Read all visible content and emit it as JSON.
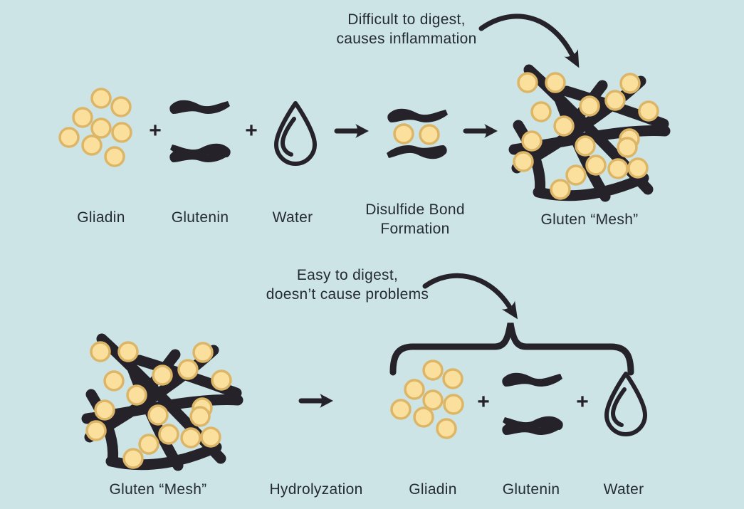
{
  "colors": {
    "background": "#cde4e7",
    "ink": "#25222a",
    "text": "#242b31",
    "dot_fill": "#fbdf9d",
    "dot_stroke": "#dcb666"
  },
  "icons": {
    "gliadin": "cluster-of-yellow-circles",
    "glutenin": "three-black-wavy-strands",
    "water": "water-droplet-outline",
    "disulfide_bond": "two-strands-sandwiching-two-circles",
    "gluten_mesh": "tangled-strands-with-circles",
    "straight_arrow": "right-arrow",
    "curved_arrow": "curved-down-right-arrow",
    "brace": "horizontal-curly-brace"
  },
  "top": {
    "annotation": [
      "Difficult to digest,",
      "causes inflammation"
    ],
    "plus": "+",
    "gliadin_label": "Gliadin",
    "glutenin_label": "Glutenin",
    "water_label": "Water",
    "disulfide_label_line1": "Disulfide Bond",
    "disulfide_label_line2": "Formation",
    "mesh_label": "Gluten “Mesh”"
  },
  "bottom": {
    "annotation": [
      "Easy to digest,",
      "doesn’t cause problems"
    ],
    "plus": "+",
    "mesh_label": "Gluten “Mesh”",
    "process_label": "Hydrolyzation",
    "gliadin_label": "Gliadin",
    "glutenin_label": "Glutenin",
    "water_label": "Water"
  }
}
